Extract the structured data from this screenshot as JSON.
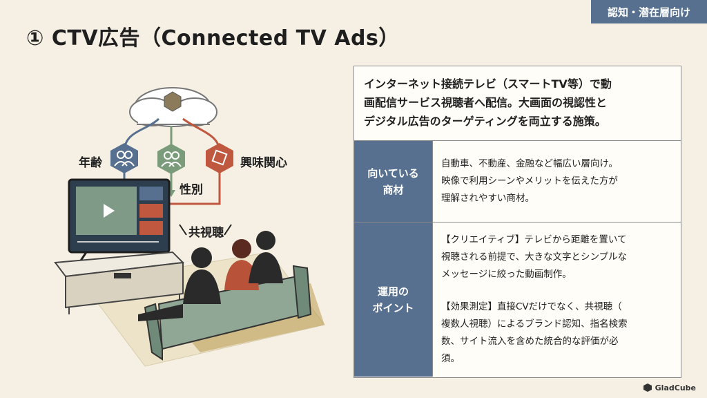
{
  "tag": "認知・潜在層向け",
  "title": "① CTV広告（Connected TV Ads）",
  "illustration": {
    "age_label": "年齢",
    "gender_label": "性別",
    "interest_label": "興味関心",
    "coview_label": "共視聴",
    "colors": {
      "blue": "#57708f",
      "green": "#7b9c7a",
      "red": "#c0573f"
    }
  },
  "intro": [
    "インターネット接続テレビ（スマートTV等）で動",
    "画配信サービス視聴者へ配信。大画面の視認性と",
    "デジタル広告のターゲティングを両立する施策。"
  ],
  "rows": [
    {
      "head": [
        "向いている",
        "商材"
      ],
      "body": [
        "自動車、不動産、金融など幅広い層向け。",
        "映像で利用シーンやメリットを伝えた方が",
        "理解されやすい商材。"
      ]
    },
    {
      "head": [
        "運用の",
        "ポイント"
      ],
      "para1": [
        "【クリエイティブ】テレビから距離を置いて",
        "視聴される前提で、大きな文字とシンプルな",
        "メッセージに絞った動画制作。"
      ],
      "para2": [
        "【効果測定】直接CVだけでなく、共視聴（",
        "複数人視聴）によるブランド認知、指名検索",
        "数、サイト流入を含めた統合的な評価が必",
        "須。"
      ]
    }
  ],
  "logo": "GladCube"
}
